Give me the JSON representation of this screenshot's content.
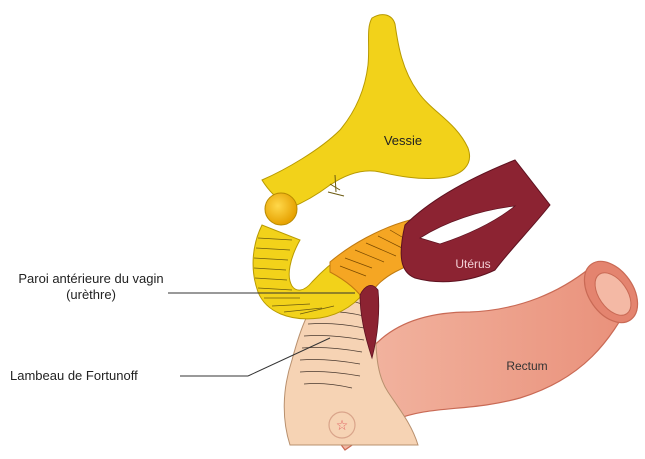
{
  "labels": {
    "vessie": "Vessie",
    "uterus": "Utérus",
    "rectum": "Rectum",
    "paroi_line1": "Paroi antérieure du vagin",
    "paroi_line2": "(urèthre)",
    "lambeau": "Lambeau de Fortunoff"
  },
  "colors": {
    "bladder": "#f2d21a",
    "bladder_dark": "#d6a600",
    "urethra": "#f2d21a",
    "vaginal_wall": "#f5a623",
    "uterus": "#8c2332",
    "rectum": "#f0a993",
    "rectum_dark": "#d9806a",
    "flap": "#f6d3b4",
    "stroke": "#333333"
  }
}
